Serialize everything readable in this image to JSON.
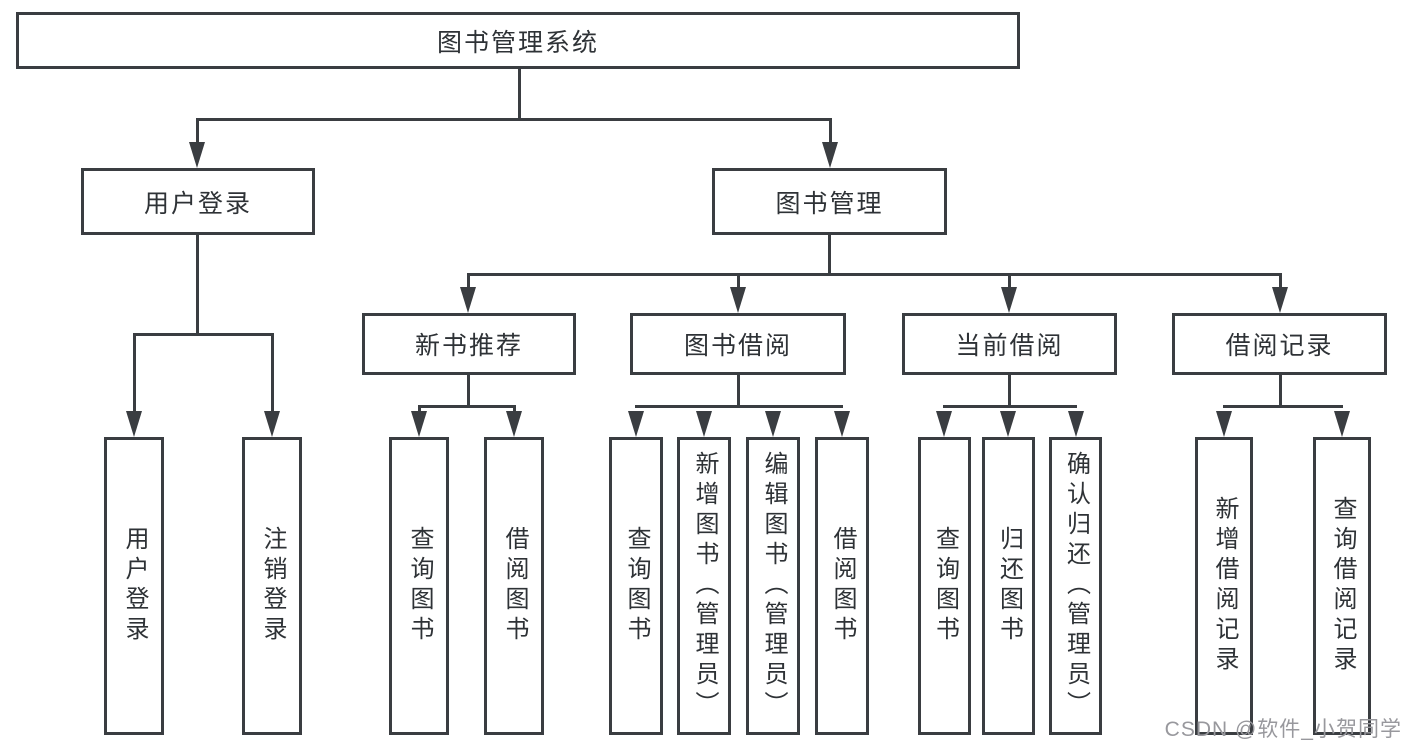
{
  "diagram": {
    "root": {
      "label": "图书管理系统"
    },
    "branches": {
      "user_login": {
        "label": "用户登录",
        "children": [
          {
            "label": "用户登录"
          },
          {
            "label": "注销登录"
          }
        ]
      },
      "book_management": {
        "label": "图书管理",
        "children": {
          "new_book_recommend": {
            "label": "新书推荐",
            "children": [
              {
                "label": "查询图书"
              },
              {
                "label": "借阅图书"
              }
            ]
          },
          "book_borrow": {
            "label": "图书借阅",
            "children": [
              {
                "label": "查询图书"
              },
              {
                "label": "新增图书（管理员）"
              },
              {
                "label": "编辑图书（管理员）"
              },
              {
                "label": "借阅图书"
              }
            ]
          },
          "current_borrow": {
            "label": "当前借阅",
            "children": [
              {
                "label": "查询图书"
              },
              {
                "label": "归还图书"
              },
              {
                "label": "确认归还（管理员）"
              }
            ]
          },
          "borrow_records": {
            "label": "借阅记录",
            "children": [
              {
                "label": "新增借阅记录"
              },
              {
                "label": "查询借阅记录"
              }
            ]
          }
        }
      }
    }
  },
  "watermark": "CSDN @软件_小贺同学",
  "colors": {
    "line": "#3a3d41",
    "text": "#2e3236",
    "watermark": "#98989d",
    "background": "#ffffff"
  }
}
